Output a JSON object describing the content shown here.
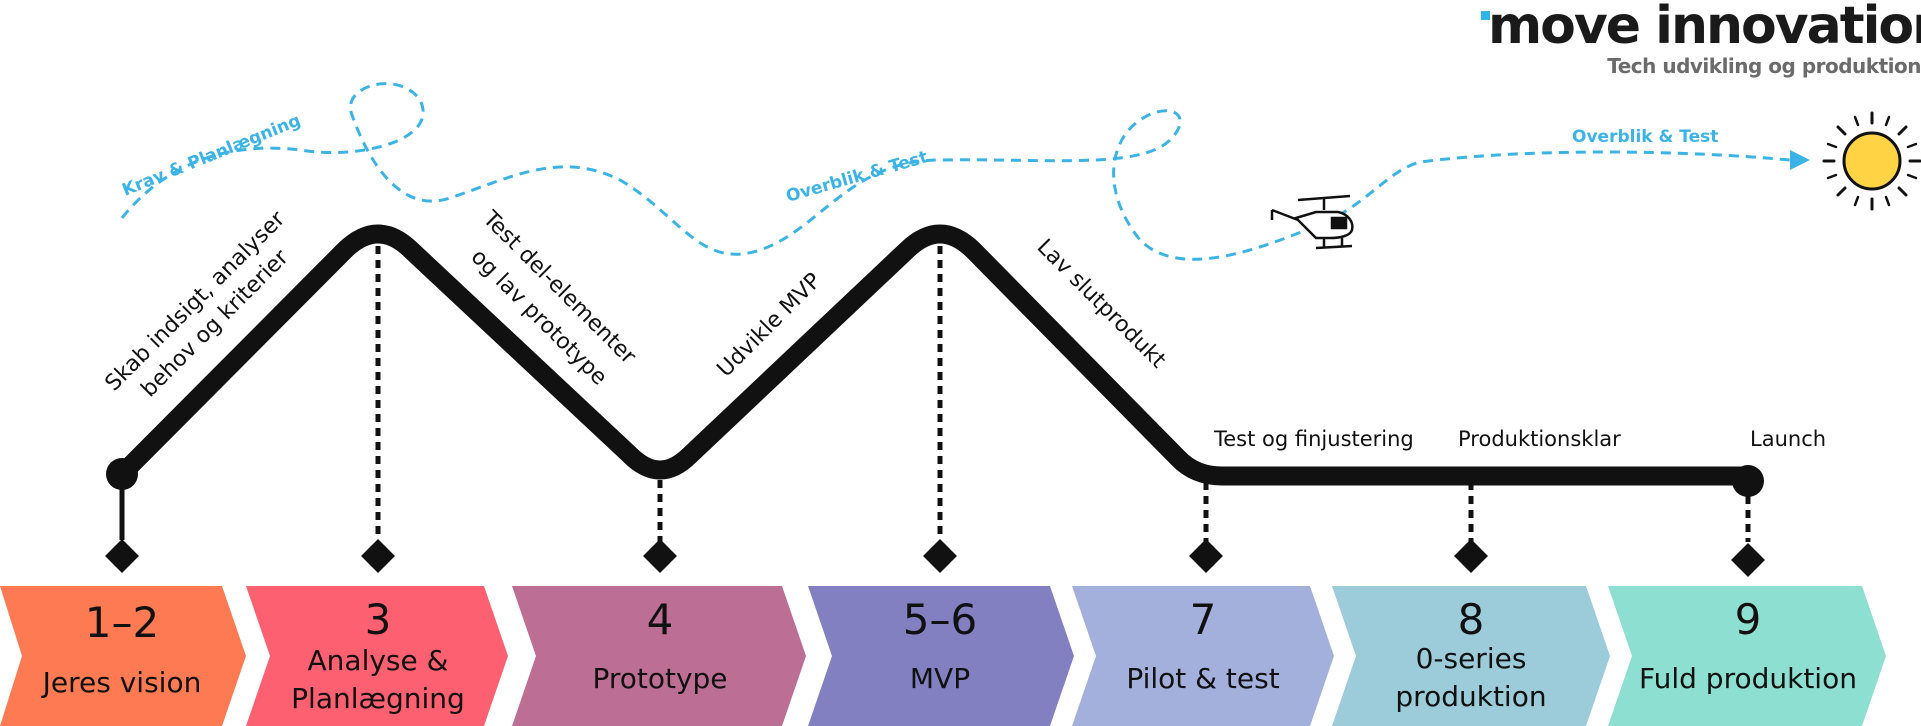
{
  "brand": {
    "name": "move innovation",
    "tagline": "Tech udvikling og produktion",
    "accent": "#2fb4e6"
  },
  "route_labels": [
    {
      "text": "Skab indsigt, analyser"
    },
    {
      "text": "behov og kriterier"
    },
    {
      "text": "Test del-elementer"
    },
    {
      "text": "og lav prototype"
    },
    {
      "text": "Udvikle MVP"
    },
    {
      "text": "Lav slutprodukt"
    }
  ],
  "flat_labels": [
    {
      "text": "Test og finjustering"
    },
    {
      "text": "Produktionsklar"
    },
    {
      "text": "Launch"
    }
  ],
  "dashed_path": {
    "color": "#3bb4e5",
    "labels": [
      "Krav & Planlægning",
      "Overblik & Test",
      "Overblik & Test"
    ]
  },
  "icons": [
    "helicopter-icon",
    "sun-icon"
  ],
  "phases": [
    {
      "num": "1–2",
      "name": [
        "Jeres vision"
      ],
      "color": "#fe7a52"
    },
    {
      "num": "3",
      "name": [
        "Analyse &",
        "Planlægning"
      ],
      "color": "#fd6070"
    },
    {
      "num": "4",
      "name": [
        "Prototype"
      ],
      "color": "#bd6e95"
    },
    {
      "num": "5–6",
      "name": [
        "MVP"
      ],
      "color": "#8280c1"
    },
    {
      "num": "7",
      "name": [
        "Pilot & test"
      ],
      "color": "#a4b0dc"
    },
    {
      "num": "8",
      "name": [
        "0-series",
        "produktion"
      ],
      "color": "#9ccbd9"
    },
    {
      "num": "9",
      "name": [
        "Fuld produktion"
      ],
      "color": "#8ddfd1"
    }
  ]
}
